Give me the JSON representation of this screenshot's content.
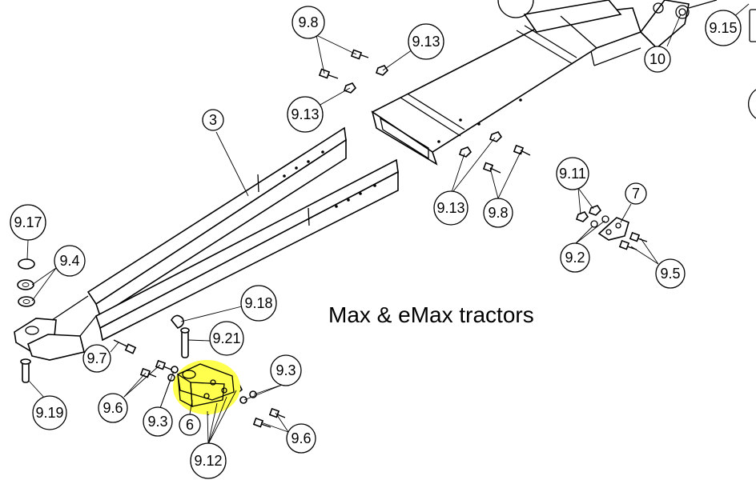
{
  "diagram": {
    "title": "Max & eMax tractors",
    "highlight_color": "#ffff4d",
    "callouts": [
      {
        "id": "c-9-8-top",
        "label": "9.8"
      },
      {
        "id": "c-9-13-top",
        "label": "9.13"
      },
      {
        "id": "c-9-13-mid",
        "label": "9.13"
      },
      {
        "id": "c-10",
        "label": "10"
      },
      {
        "id": "c-9-15",
        "label": "9.15"
      },
      {
        "id": "c-3",
        "label": "3"
      },
      {
        "id": "c-9-11",
        "label": "9.11"
      },
      {
        "id": "c-7",
        "label": "7"
      },
      {
        "id": "c-9-13-low",
        "label": "9.13"
      },
      {
        "id": "c-9-8-low",
        "label": "9.8"
      },
      {
        "id": "c-9-17",
        "label": "9.17"
      },
      {
        "id": "c-9-4",
        "label": "9.4"
      },
      {
        "id": "c-9-2",
        "label": "9.2"
      },
      {
        "id": "c-9-5",
        "label": "9.5"
      },
      {
        "id": "c-9-18",
        "label": "9.18"
      },
      {
        "id": "c-9-21",
        "label": "9.21"
      },
      {
        "id": "c-9-3-right",
        "label": "9.3"
      },
      {
        "id": "c-9-7",
        "label": "9.7"
      },
      {
        "id": "c-9-6-left",
        "label": "9.6"
      },
      {
        "id": "c-9-3-left",
        "label": "9.3"
      },
      {
        "id": "c-6",
        "label": "6"
      },
      {
        "id": "c-9-6-right",
        "label": "9.6"
      },
      {
        "id": "c-9-19",
        "label": "9.19"
      },
      {
        "id": "c-9-12",
        "label": "9.12"
      }
    ]
  }
}
